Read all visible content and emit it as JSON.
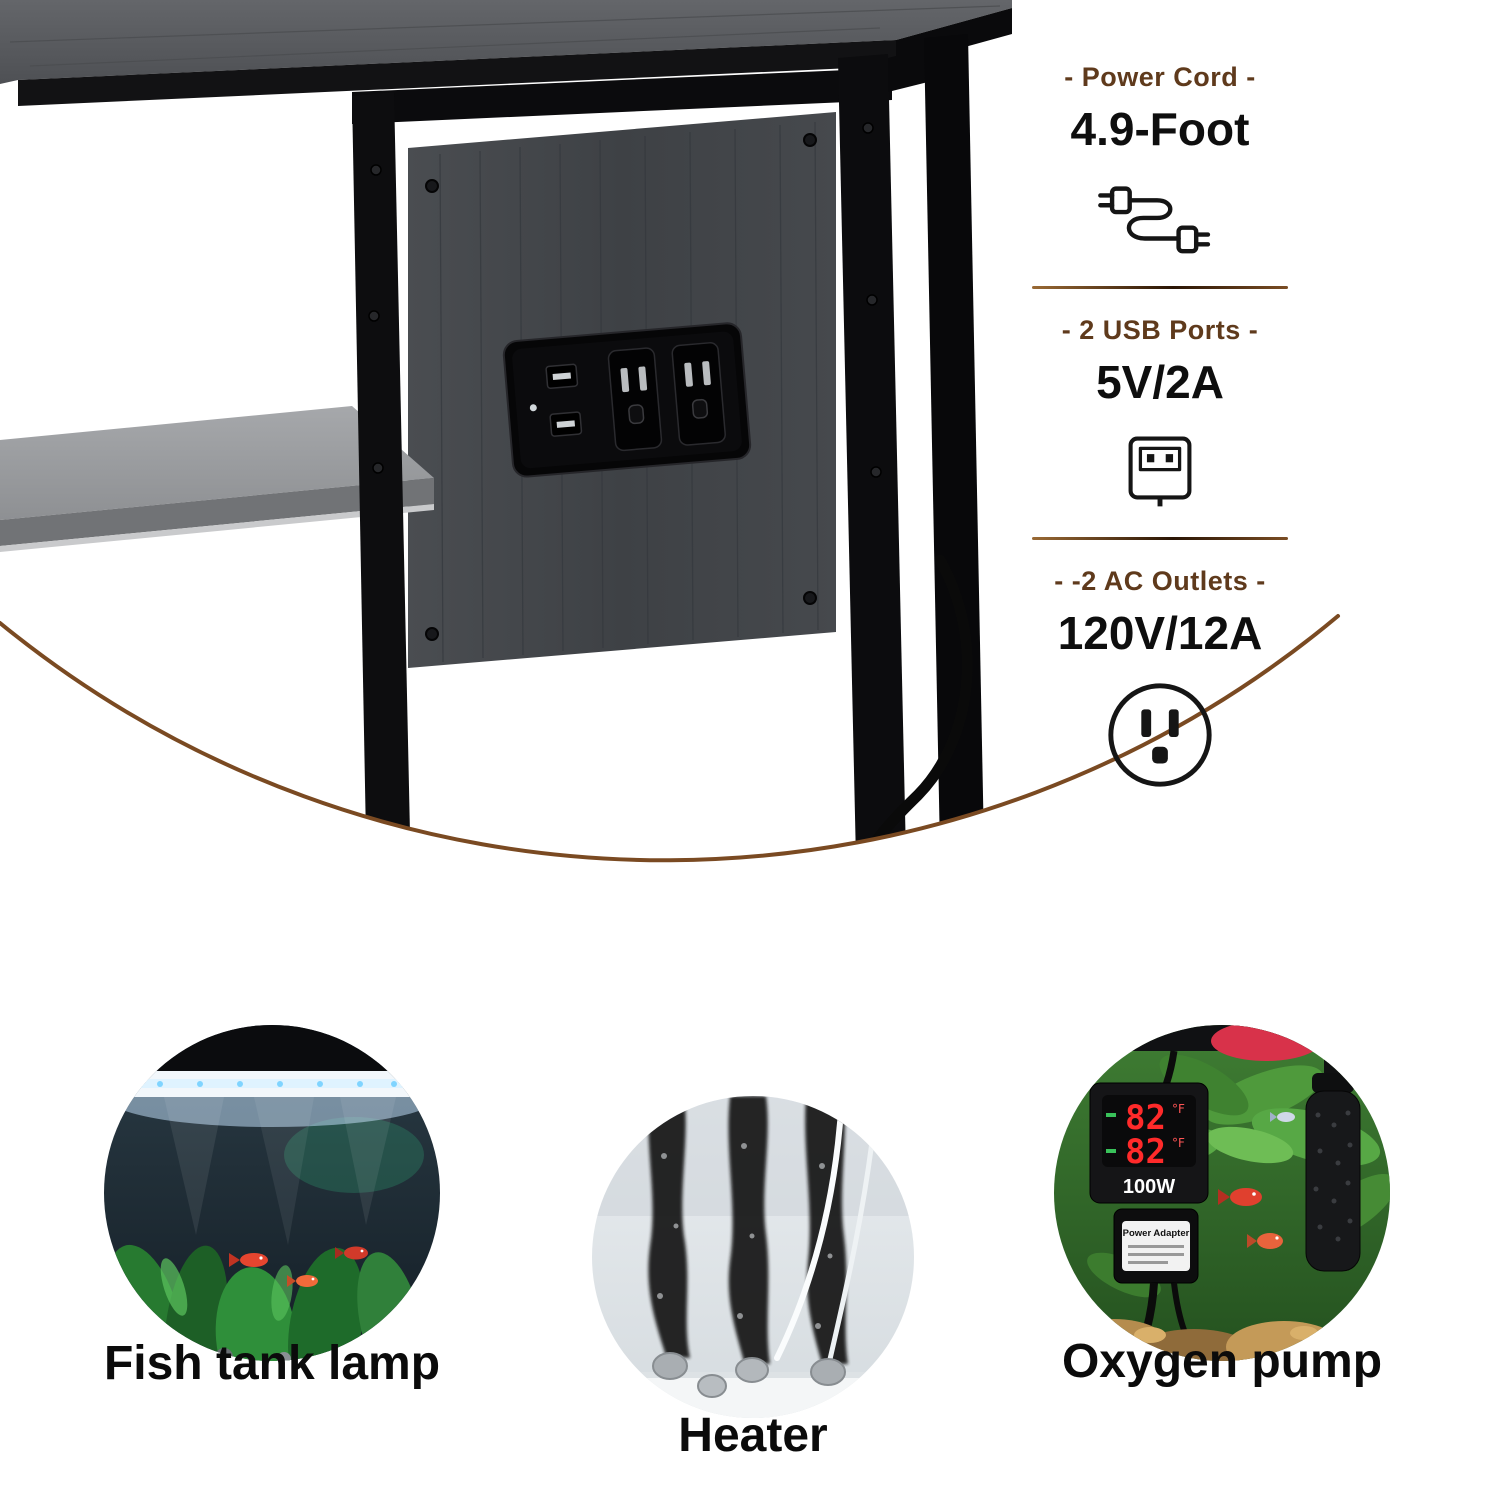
{
  "page": {
    "background": "#ffffff",
    "accent_brown": "#7a4a22"
  },
  "specs": [
    {
      "label": "- Power Cord -",
      "value": "4.9-Foot",
      "icon": "power-cord-icon"
    },
    {
      "label": "- 2 USB Ports -",
      "value": "5V/2A",
      "icon": "usb-plug-icon"
    },
    {
      "label": "- -2 AC Outlets -",
      "value": "120V/12A",
      "icon": "ac-outlet-icon"
    }
  ],
  "features": [
    {
      "label": "Fish tank lamp"
    },
    {
      "label": "Heater"
    },
    {
      "label": "Oxygen pump"
    }
  ],
  "controller": {
    "temp_top": "82",
    "temp_bottom": "82",
    "temp_unit": "°F",
    "wattage": "100W",
    "adapter_label": "Power Adapter"
  }
}
